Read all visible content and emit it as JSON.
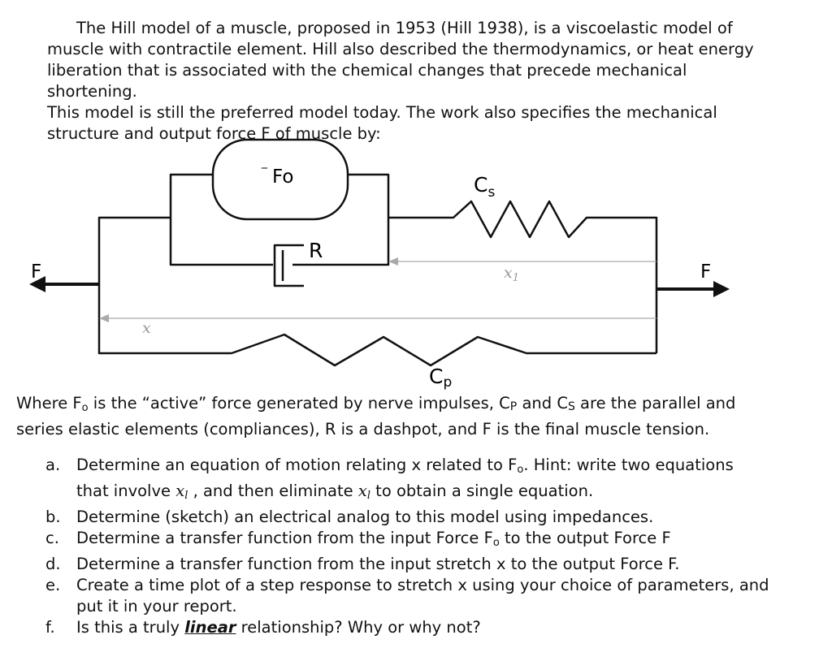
{
  "intro": {
    "line1": "The Hill model of a muscle, proposed in 1953 (Hill 1938), is a viscoelastic model of",
    "line2": "muscle with contractile element. Hill also described the thermodynamics, or heat energy",
    "line3": "liberation that is associated with the chemical changes that precede mechanical shortening.",
    "line4": "This model is still the preferred model today. The work also specifies the mechanical",
    "line5": "structure and output force F of muscle by:"
  },
  "diagram": {
    "fo_label": "Fo",
    "fo_bar": "_",
    "r_label": "R",
    "cs_main": "C",
    "cs_sub": "s",
    "cp_main": "C",
    "cp_sub": "p",
    "f_left": "F",
    "f_right": "F",
    "x1_main": "x",
    "x1_sub": "1",
    "x_label": "x",
    "colors": {
      "line": "#111111",
      "dimension": "#aaaaaa"
    }
  },
  "where": {
    "p1": "Where F",
    "p1_sub": "o",
    "p2": " is the “active” force generated by nerve impulses, C",
    "p2_sub": "P",
    "p3": " and C",
    "p3_sub": "S",
    "p4": " are the parallel and",
    "line2": "series elastic elements (compliances), R is a dashpot, and F is the final muscle tension."
  },
  "questions": {
    "a": {
      "letter": "a.",
      "t1": "Determine an equation of motion relating x related to F",
      "t1_sub": "o",
      "t2": ".  Hint: write two equations",
      "t3": "that involve ",
      "x1": "x",
      "x1_sub": "l",
      "t4": " , and then eliminate ",
      "x1b": "x",
      "x1b_sub": "l",
      "t5": " to obtain a single equation."
    },
    "b": {
      "letter": "b.",
      "text": "Determine (sketch) an electrical analog to this model using impedances."
    },
    "c": {
      "letter": "c.",
      "t1": "Determine a transfer function from the input Force F",
      "t1_sub": "o",
      "t2": " to the output Force F"
    },
    "d": {
      "letter": "d.",
      "text": "Determine a transfer function from the input stretch x to the output Force F."
    },
    "e": {
      "letter": "e.",
      "line1": "Create a time plot of a step response to stretch x using your choice of parameters, and",
      "line2": "put it in your report."
    },
    "f": {
      "letter": "f.",
      "t1": "Is this a truly ",
      "emph": "linear",
      "t2": " relationship? Why or why not?"
    }
  }
}
